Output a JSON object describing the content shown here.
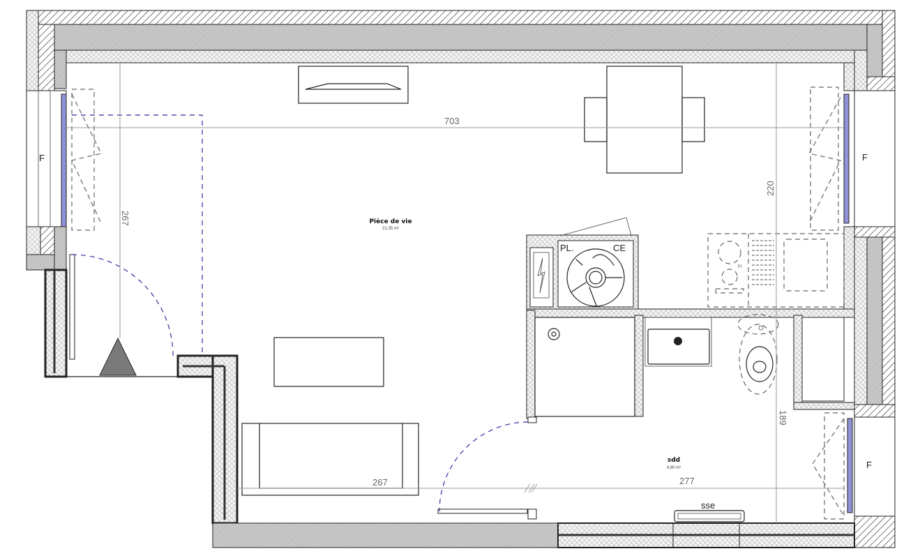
{
  "rooms": {
    "living": {
      "name": "Pièce de vie",
      "area": "21,35 m²"
    },
    "bathroom": {
      "name": "sdd",
      "area": "4,80 m²"
    }
  },
  "dimensions": {
    "living_width": "703",
    "living_depth": "267",
    "kitchen_depth": "220",
    "bath_depth": "189",
    "bottom_left": "267",
    "bottom_right": "277"
  },
  "labels": {
    "window_left": "F",
    "window_right_top": "F",
    "window_right_bottom": "F",
    "shaft_pl": "PL.",
    "shaft_ce": "CE",
    "radiator_bath": "sse",
    "fridge": "Fr"
  },
  "colors": {
    "wall_line": "#222222",
    "door_swing": "#2b2f9e",
    "glass": "#8f93d6",
    "entry_marker": "#7a7a7a"
  }
}
